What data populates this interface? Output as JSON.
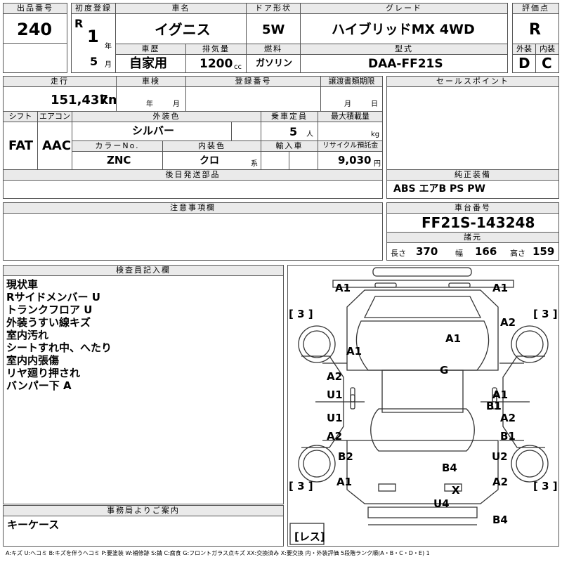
{
  "header": {
    "lot_no_label": "出品番号",
    "lot_no": "240",
    "first_reg_label": "初度登録",
    "era": "R",
    "year": "1",
    "year_unit": "年",
    "month": "5",
    "month_unit": "月",
    "car_name_label": "車名",
    "car_name": "イグニス",
    "door_label": "ドア形状",
    "door": "5W",
    "grade_label": "グレード",
    "grade": "ハイブリッドMX 4WD",
    "score_label": "評価点",
    "score": "R",
    "history_label": "車歴",
    "history": "自家用",
    "displacement_label": "排気量",
    "displacement": "1200",
    "displacement_unit": "cc",
    "fuel_label": "燃料",
    "fuel": "ガソリン",
    "model_label": "型式",
    "model": "DAA-FF21S",
    "exterior_label": "外装",
    "exterior": "D",
    "interior_label": "内装",
    "interior": "C"
  },
  "details": {
    "mileage_label": "走行",
    "mileage": "151,437",
    "mileage_unit": "km",
    "inspection_label": "車検",
    "insp_year_unit": "年",
    "insp_month_unit": "月",
    "reg_no_label": "登録番号",
    "transfer_label": "譲渡書類期限",
    "transfer_month_unit": "月",
    "transfer_day_unit": "日",
    "shift_label": "シフト",
    "shift": "FAT",
    "ac_label": "エアコン",
    "ac": "AAC",
    "color_label": "外装色",
    "color": "シルバー",
    "capacity_label": "乗車定員",
    "capacity": "5",
    "capacity_unit": "人",
    "load_label": "最大積載量",
    "load_unit": "kg",
    "color_no_label": "カラーNo.",
    "color_no": "ZNC",
    "int_color_label": "内装色",
    "int_color": "クロ",
    "int_color_unit": "系",
    "import_label": "輸入車",
    "recycle_label": "リサイクル預託金",
    "recycle": "9,030",
    "recycle_unit": "円",
    "rear_parts_label": "後日発送部品"
  },
  "sales": {
    "label": "セールスポイント"
  },
  "equipment": {
    "label": "純正装備",
    "value": "ABS エアB PS PW"
  },
  "caution": {
    "label": "注意事項欄"
  },
  "chassis": {
    "label": "車台番号",
    "value": "FF21S-143248"
  },
  "specs": {
    "label": "諸元",
    "length_label": "長さ",
    "length": "370",
    "width_label": "幅",
    "width": "166",
    "height_label": "高さ",
    "height": "159"
  },
  "inspector": {
    "label": "検査員記入欄",
    "lines": [
      "現状車",
      "Rサイドメンバー U",
      "トランクフロア U",
      "外装うすい線キズ",
      "室内汚れ",
      "シートすれ中、へたり",
      "室内内張傷",
      "リヤ廻り押され",
      "バンパー下 A"
    ]
  },
  "office": {
    "label": "事務局よりご案内",
    "text": "キーケース"
  },
  "diagram": {
    "marks": [
      "A1",
      "A1",
      "A2",
      "A1",
      "A1",
      "G",
      "A2",
      "U1",
      "U1",
      "A2",
      "A1",
      "B1",
      "A2",
      "B1",
      "B2",
      "B4",
      "U2",
      "A1",
      "X",
      "A2",
      "U4",
      "B4"
    ],
    "tire_mark": "[ 3 ]",
    "spare": "[レス]"
  },
  "legend": "A:キズ U:ヘコミ B:キズを伴うヘコミ P:要塗装 W:補修跡 S:錆 C:腐食 G:フロントガラス点キズ XX:交換済み X:要交換 内・外装評価 5段階ランク順(A・B・C・D・E) 1"
}
